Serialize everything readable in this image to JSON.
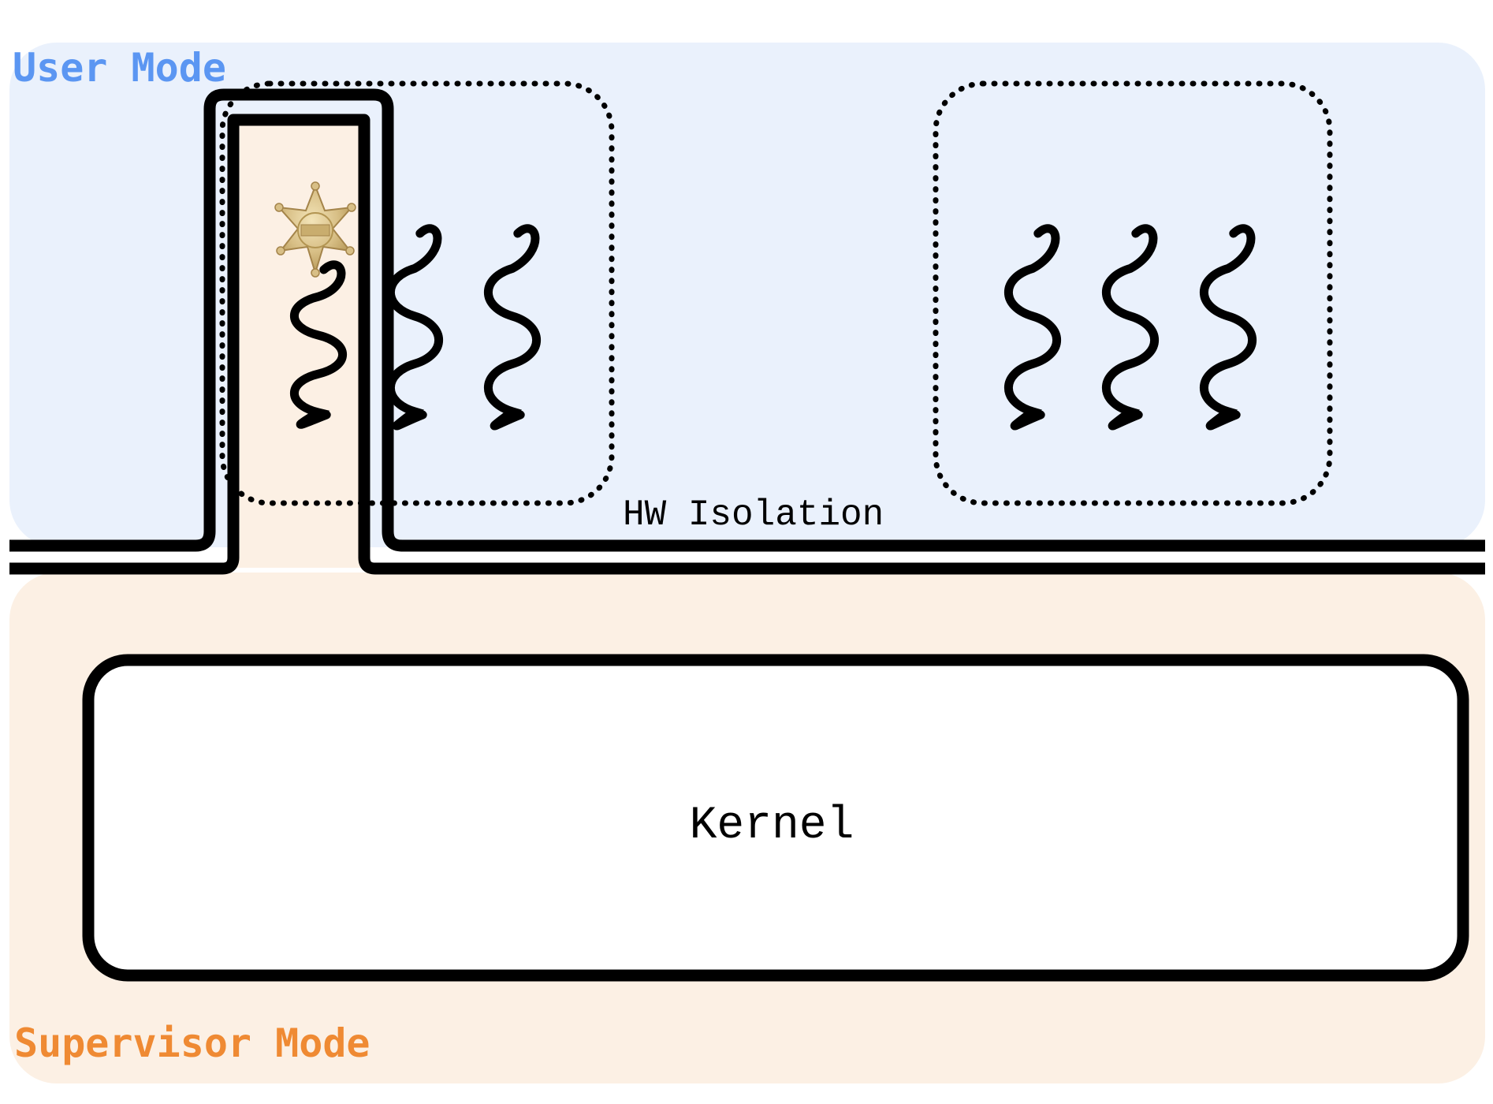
{
  "diagram": {
    "user_mode_label": "User Mode",
    "supervisor_mode_label": "Supervisor Mode",
    "hw_isolation_label": "HW Isolation",
    "kernel_label": "Kernel",
    "colors": {
      "user_mode_bg": "#eaf1fc",
      "supervisor_mode_bg": "#fcf0e4",
      "user_mode_text": "#5b96f2",
      "supervisor_mode_text": "#ef8a33",
      "line": "#000000",
      "badge": "#d8bf86"
    },
    "processes": [
      {
        "name": "process-left",
        "threads": 3
      },
      {
        "name": "process-right",
        "threads": 3
      }
    ],
    "privileged_thread": {
      "icon": "sheriff-badge-icon"
    }
  }
}
